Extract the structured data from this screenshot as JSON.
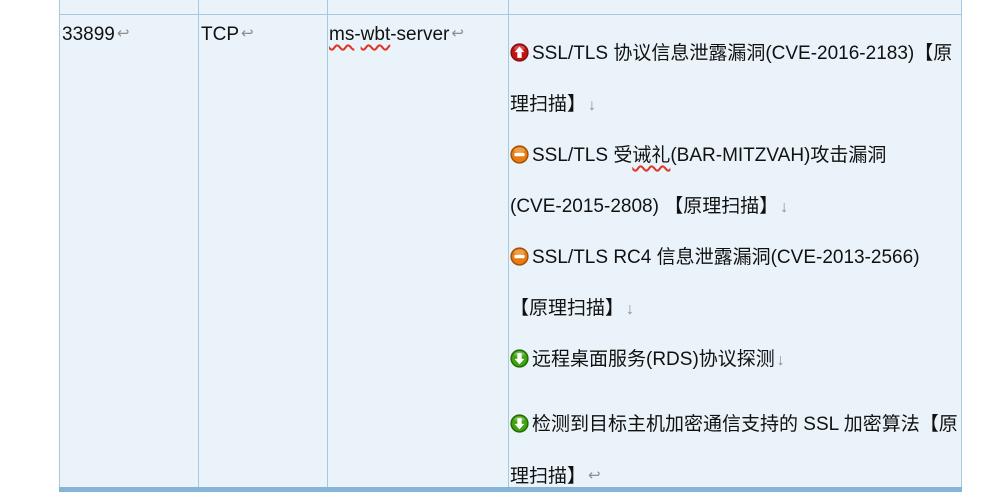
{
  "colors": {
    "cell_bg": "#e9f3f9",
    "border": "#a3cbdd",
    "bottom_border": "#85b4d5",
    "text": "#111111",
    "mark": "#8e8e8e",
    "misspell": "#e03424",
    "severity_high": "#c31414",
    "severity_medium": "#e87c10",
    "severity_low": "#42a312"
  },
  "table": {
    "row": {
      "port": "33899",
      "protocol": "TCP",
      "service_parts": {
        "p1": "ms",
        "h1": "-",
        "p2": "wbt",
        "h2": "-server"
      },
      "cell_end_mark": "↩",
      "vulnerabilities": [
        {
          "severity": "high",
          "icon": "red-circle-up-arrow",
          "line1": "SSL/TLS 协议信息泄露漏洞(CVE-2016-2183)【原",
          "line2": "理扫描】",
          "mark": "↓"
        },
        {
          "severity": "medium",
          "icon": "orange-circle-minus",
          "line1_pre": "SSL/TLS  受",
          "line1_mis": "诫礼",
          "line1_post": "(BAR-MITZVAH)攻击漏洞",
          "line2": "(CVE-2015-2808) 【原理扫描】",
          "mark": "↓"
        },
        {
          "severity": "medium",
          "icon": "orange-circle-minus",
          "line1": "SSL/TLS RC4  信息泄露漏洞(CVE-2013-2566)",
          "line2": "【原理扫描】",
          "mark": "↓"
        },
        {
          "severity": "low",
          "icon": "green-circle-down-arrow",
          "line1": "远程桌面服务(RDS)协议探测",
          "mark": "↓"
        },
        {
          "severity": "low",
          "icon": "green-circle-down-arrow",
          "line1": "检测到目标主机加密通信支持的 SSL 加密算法【原",
          "line2": "理扫描】",
          "mark": "↩"
        }
      ]
    }
  }
}
